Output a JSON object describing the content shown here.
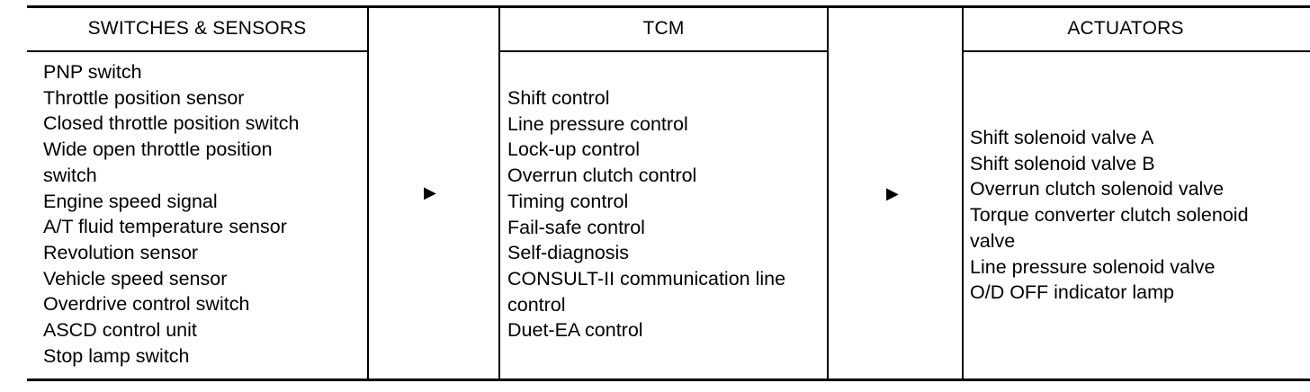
{
  "columns": {
    "switches_sensors": {
      "header": "SWITCHES & SENSORS",
      "items": [
        "PNP switch",
        "Throttle position sensor",
        "Closed throttle position switch",
        "Wide open throttle position",
        "switch",
        "Engine speed signal",
        "A/T fluid temperature sensor",
        "Revolution sensor",
        "Vehicle speed sensor",
        "Overdrive control switch",
        "ASCD control unit",
        "Stop lamp switch"
      ]
    },
    "tcm": {
      "header": "TCM",
      "items": [
        "Shift control",
        "Line pressure control",
        "Lock-up control",
        "Overrun clutch control",
        "Timing control",
        "Fail-safe control",
        "Self-diagnosis",
        "CONSULT-II communication line",
        "control",
        "Duet-EA control"
      ]
    },
    "actuators": {
      "header": "ACTUATORS",
      "items": [
        "Shift solenoid valve A",
        "Shift solenoid valve B",
        "Overrun clutch solenoid valve",
        "Torque converter clutch solenoid",
        "valve",
        "Line pressure solenoid valve",
        "O/D OFF indicator lamp"
      ]
    }
  },
  "arrows": {
    "first": "▶",
    "second": "▶"
  }
}
